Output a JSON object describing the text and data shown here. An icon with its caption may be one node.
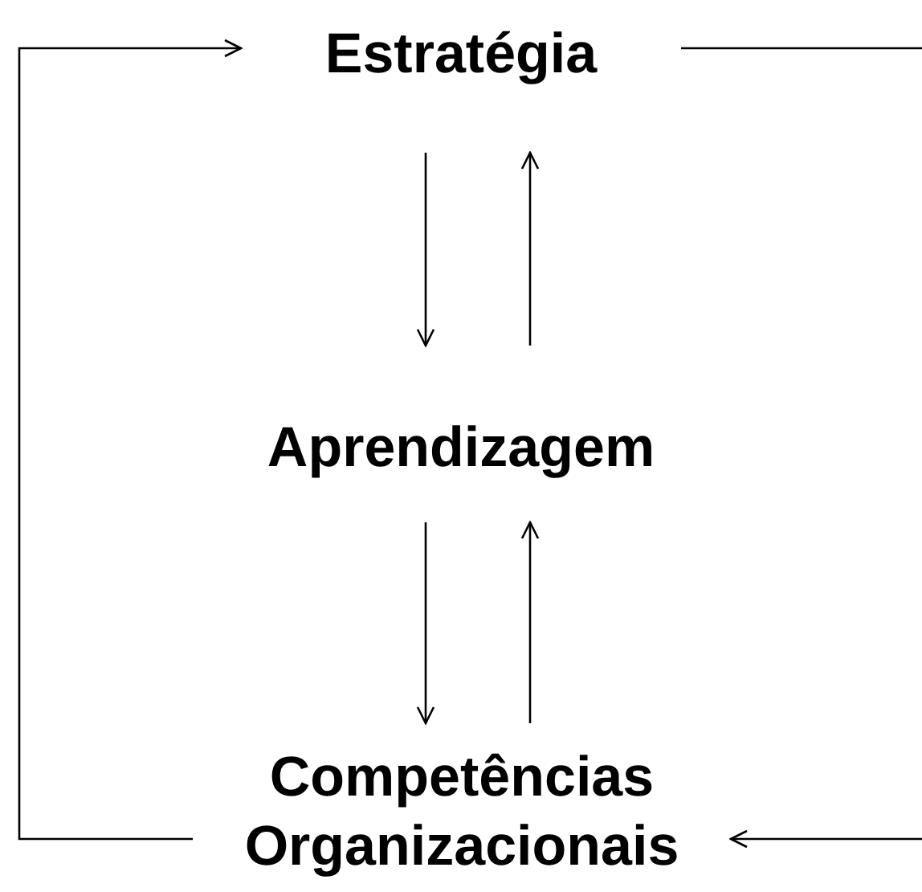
{
  "diagram": {
    "nodes": [
      {
        "text": [
          "Estratégia"
        ]
      },
      {
        "text": [
          "Aprendizagem"
        ]
      },
      {
        "text": [
          "Competências Organizacionais"
        ]
      }
    ],
    "edges": [
      {
        "from": 0,
        "to": 1,
        "arrow": "to"
      },
      {
        "from": 1,
        "to": 0,
        "arrow": "to"
      },
      {
        "from": 1,
        "to": 2,
        "arrow": "to"
      },
      {
        "from": 2,
        "to": 1,
        "arrow": "to"
      },
      {
        "from": 2,
        "to": 0,
        "arrow": "to"
      },
      {
        "from": 0,
        "to": 2,
        "arrow": "to"
      }
    ]
  }
}
